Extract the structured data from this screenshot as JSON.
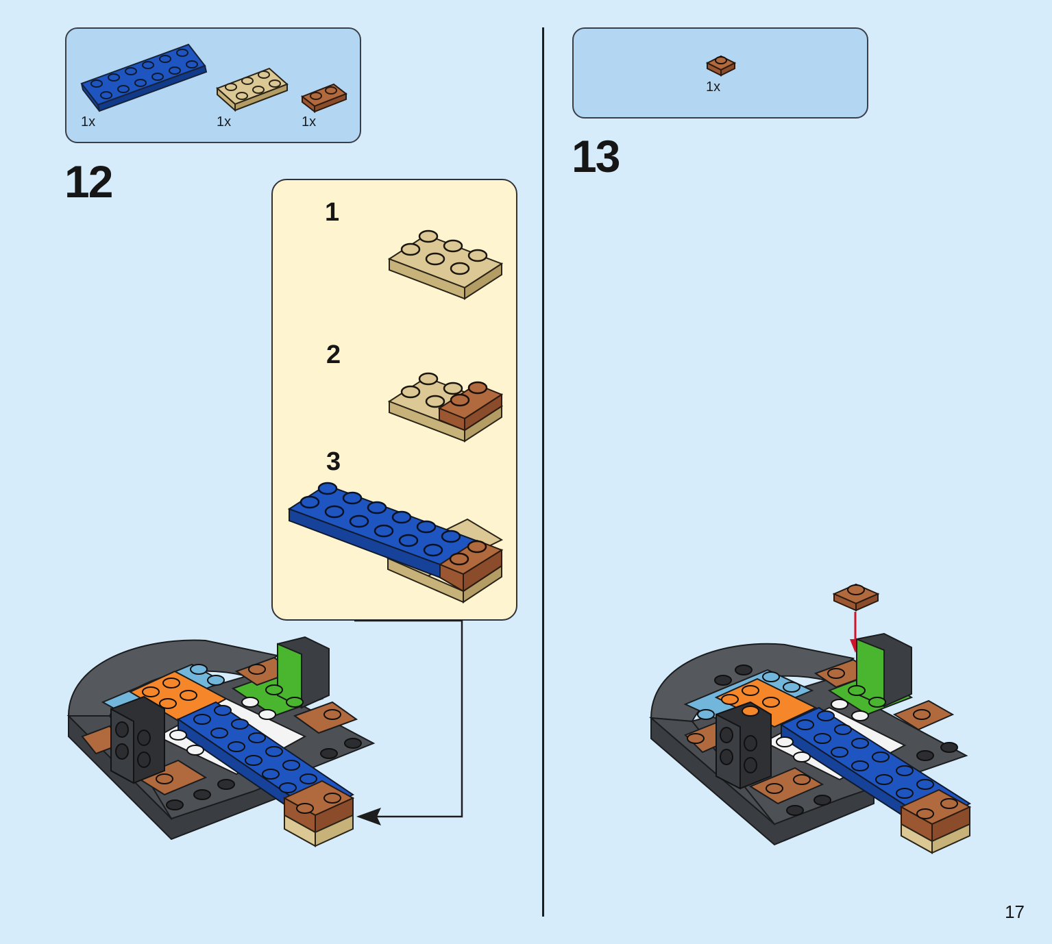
{
  "step12": {
    "number": "12",
    "parts": [
      {
        "qty": "1x",
        "part": "blue plate 2x6"
      },
      {
        "qty": "1x",
        "part": "tan plate 2x3"
      },
      {
        "qty": "1x",
        "part": "brown plate 1x2"
      }
    ],
    "substeps": [
      "1",
      "2",
      "3"
    ]
  },
  "step13": {
    "number": "13",
    "parts": [
      {
        "qty": "1x",
        "part": "brown plate 1x1 round stud"
      }
    ]
  },
  "page_number": "17",
  "colors": {
    "background": "#d6ecfb",
    "parts_box": "#b3d6f3",
    "substep_box": "#fef5d0",
    "blue": "#1f55c0",
    "tan": "#dcc894",
    "brown": "#b1693e",
    "green": "#4ab52f",
    "orange": "#f5862a",
    "light_blue": "#72b6dc",
    "dark_grey": "#4d5054",
    "arrow_red": "#d0162a"
  },
  "icons": {
    "callout_arrow": "arrow-left-icon",
    "placement_arrow": "arrow-down-icon"
  }
}
